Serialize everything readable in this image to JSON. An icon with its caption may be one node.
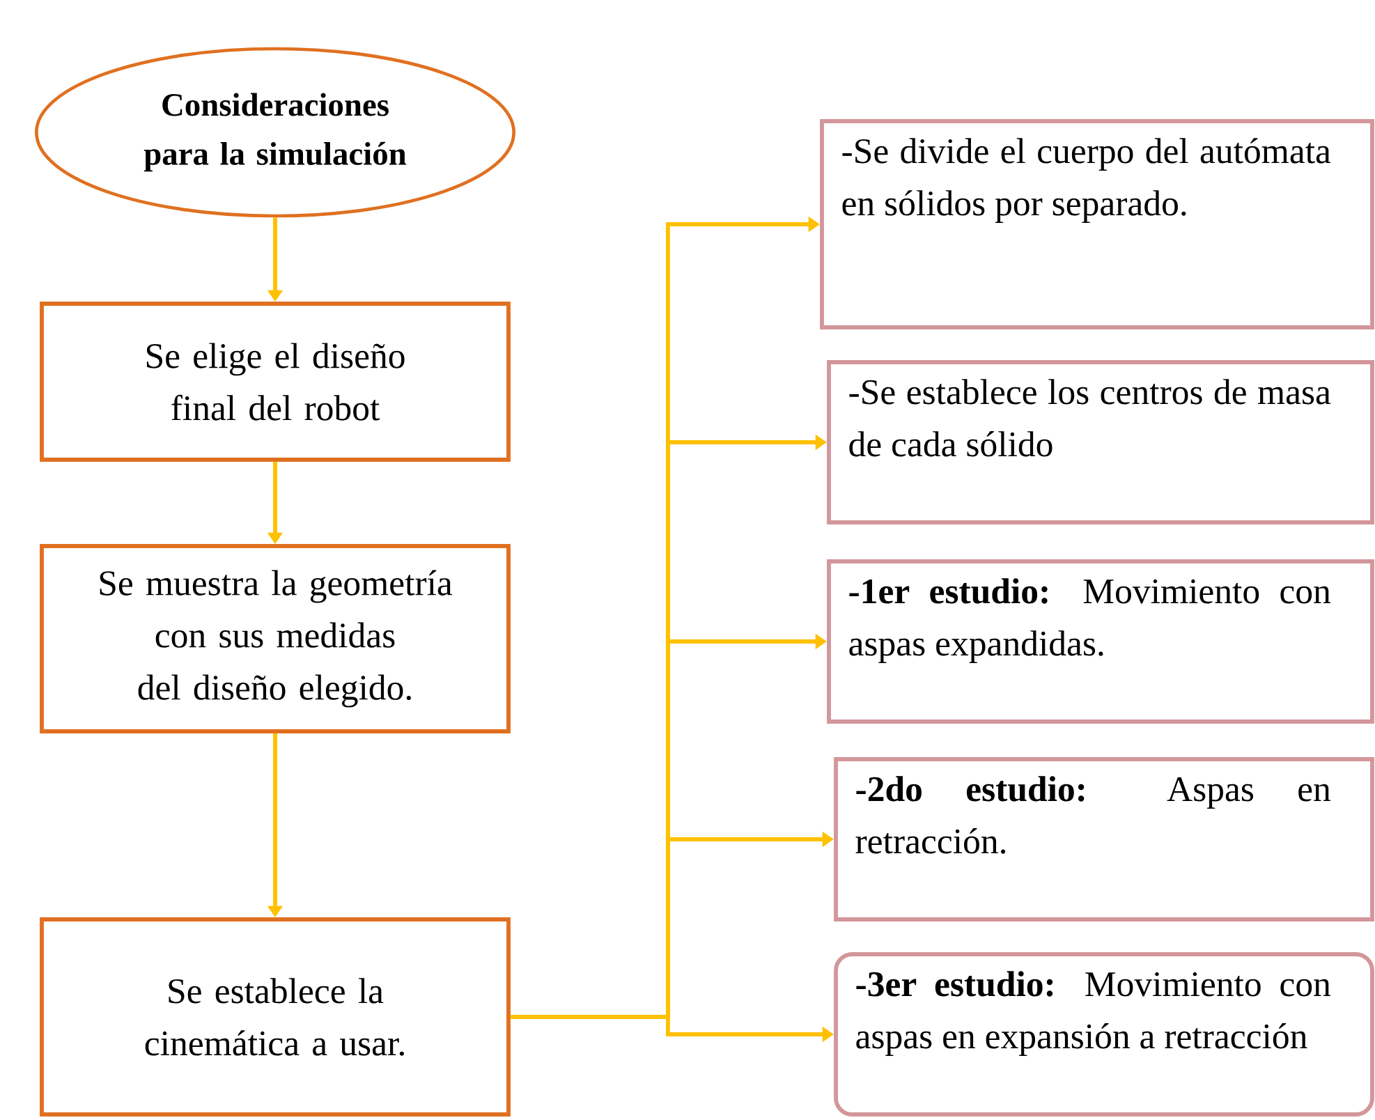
{
  "diagram": {
    "nodes": [
      {
        "text": [
          "Consideraciones para la simulación"
        ]
      },
      {
        "text": [
          "Se elige el diseño final del robot"
        ]
      },
      {
        "text": [
          "Se muestra la geometría con sus medidas del diseño elegido."
        ]
      },
      {
        "text": [
          "Se establece la cinemática a usar."
        ]
      },
      {
        "text": [
          "-Se divide el cuerpo del autómata en sólidos por separado."
        ]
      },
      {
        "text": [
          "-Se establece los centros de masa de cada sólido"
        ]
      },
      {
        "text": [
          "**-1er estudio:** Movimiento con aspas expandidas."
        ]
      },
      {
        "text": [
          "**-2do estudio:** Aspas en retracción."
        ]
      },
      {
        "text": [
          "**-3er estudio:** Movimiento con aspas en expansión a retracción"
        ]
      }
    ],
    "edges": [
      {
        "from": 0,
        "to": 1,
        "arrow": "to"
      },
      {
        "from": 1,
        "to": 2,
        "arrow": "to"
      },
      {
        "from": 2,
        "to": 3,
        "arrow": "to"
      },
      {
        "from": 3,
        "to": 4,
        "arrow": "to"
      },
      {
        "from": 3,
        "to": 5,
        "arrow": "to"
      },
      {
        "from": 3,
        "to": 6,
        "arrow": "to"
      },
      {
        "from": 3,
        "to": 7,
        "arrow": "to"
      },
      {
        "from": 3,
        "to": 8,
        "arrow": "to"
      }
    ]
  }
}
